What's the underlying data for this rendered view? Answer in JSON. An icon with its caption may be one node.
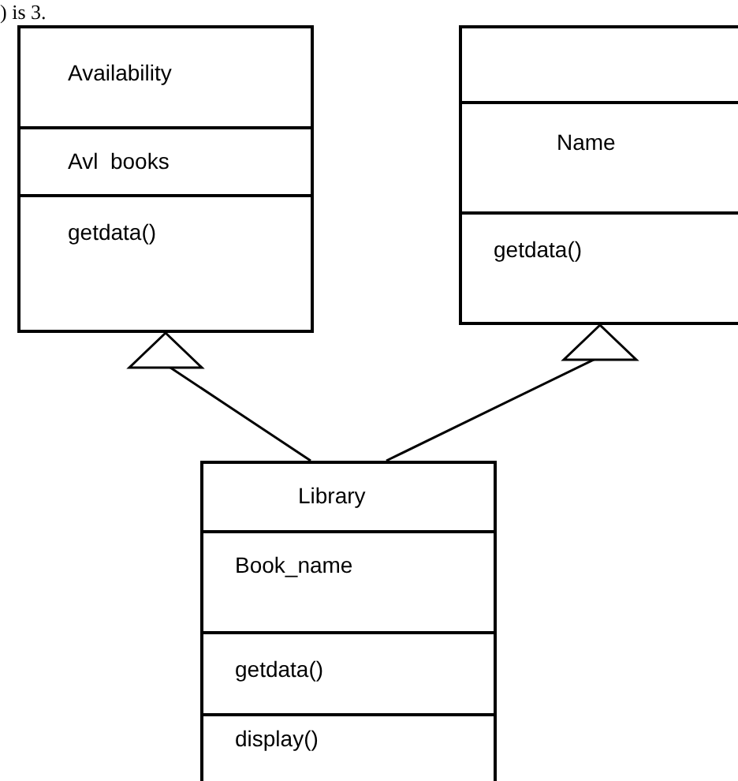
{
  "diagram": {
    "nodes": [
      {
        "text": [
          "Availability",
          "Avl  books",
          "getdata()"
        ]
      },
      {
        "text": [
          "Name",
          "getdata()"
        ]
      },
      {
        "text": [
          "Library",
          "Book_name",
          "getdata()",
          "display()"
        ]
      }
    ],
    "edges": [
      {
        "from": 2,
        "to": 0,
        "arrow": "to"
      },
      {
        "from": 2,
        "to": 1,
        "arrow": "to"
      }
    ],
    "labels": [
      ") is 3."
    ]
  }
}
